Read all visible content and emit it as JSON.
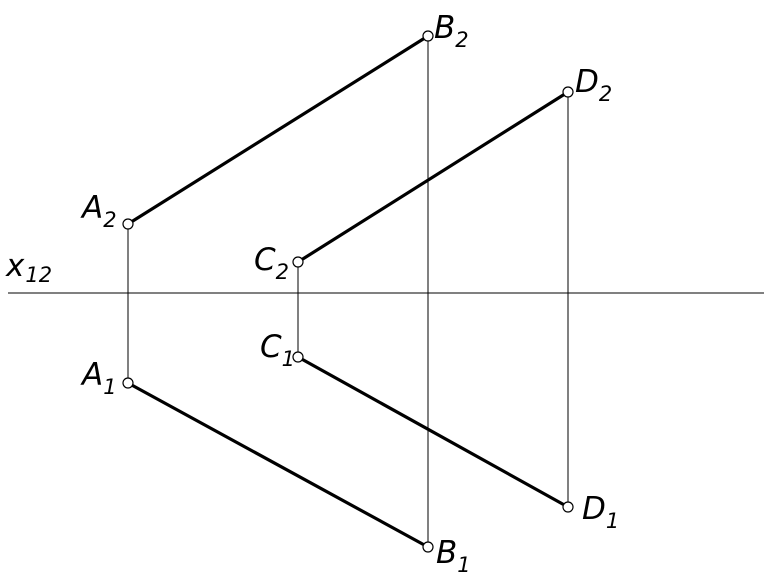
{
  "axis": {
    "name": "x",
    "subscript": "12"
  },
  "points": {
    "A2": {
      "letter": "A",
      "index": "2"
    },
    "B2": {
      "letter": "B",
      "index": "2"
    },
    "C2": {
      "letter": "C",
      "index": "2"
    },
    "D2": {
      "letter": "D",
      "index": "2"
    },
    "A1": {
      "letter": "A",
      "index": "1"
    },
    "B1": {
      "letter": "B",
      "index": "1"
    },
    "C1": {
      "letter": "C",
      "index": "1"
    },
    "D1": {
      "letter": "D",
      "index": "1"
    }
  }
}
